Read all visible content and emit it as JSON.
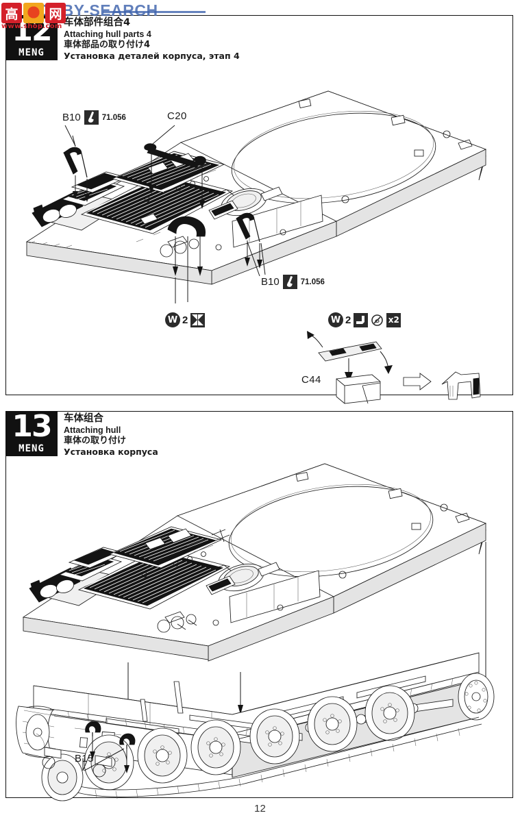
{
  "watermark": {
    "text": "HOBBY-SEARCH",
    "url": "www.shop.com",
    "boxes": [
      "高",
      "",
      "网"
    ],
    "color": "#3f63ad"
  },
  "page": {
    "number": "12"
  },
  "steps": [
    {
      "id": "step-12",
      "number": "12",
      "brand": "MENG",
      "title_cn": "车体部件组合4",
      "title_en": "Attaching hull parts 4",
      "title_jp": "車体部品の取り付け4",
      "title_ru": "Установка деталей корпуса, этап 4",
      "labels": [
        {
          "name": "B10",
          "paint_code": "71.056",
          "icon": "paint-brush-icon"
        },
        {
          "name": "C20"
        },
        {
          "name": "B10",
          "paint_code": "71.056",
          "icon": "paint-brush-icon"
        },
        {
          "name": "C44"
        }
      ],
      "symbol_groups": [
        {
          "id": "symbols-left",
          "items": [
            {
              "icon": "circled-w-icon",
              "label": "W"
            },
            {
              "text": "2"
            },
            {
              "icon": "cut-part-icon"
            }
          ]
        },
        {
          "id": "symbols-right",
          "items": [
            {
              "icon": "circled-w-icon",
              "label": "W"
            },
            {
              "text": "2"
            },
            {
              "icon": "bend-part-icon"
            },
            {
              "icon": "no-glue-icon"
            },
            {
              "icon": "quantity-icon",
              "text": "x2"
            }
          ]
        }
      ]
    },
    {
      "id": "step-13",
      "number": "13",
      "brand": "MENG",
      "title_cn": "车体组合",
      "title_en": "Attaching hull",
      "title_jp": "車体の取り付け",
      "title_ru": "Установка корпуса",
      "labels": [
        {
          "name": "B15"
        }
      ]
    }
  ]
}
